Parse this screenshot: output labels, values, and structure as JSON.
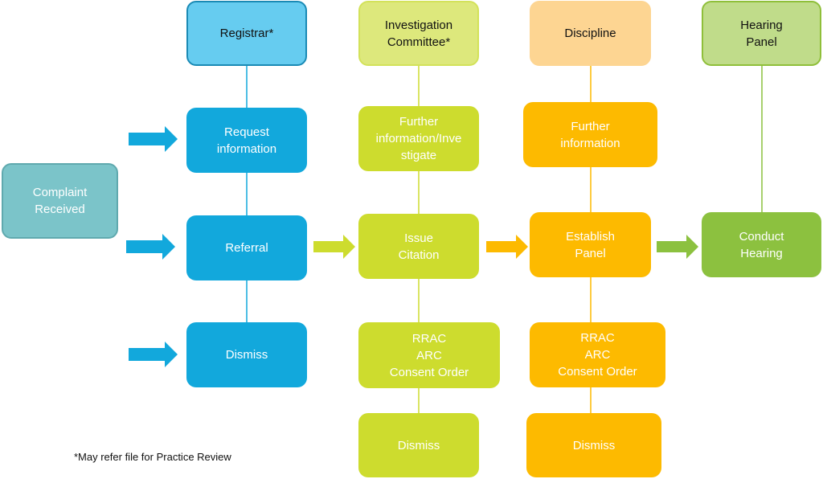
{
  "colors": {
    "blue": "#12a8dc",
    "blue_header": "#66ccf0",
    "lime": "#cddc2e",
    "lime_header": "#dde87c",
    "orange": "#fdba00",
    "orange_header": "#fdd592",
    "green": "#8cc13f",
    "green_header": "#c0dc8a",
    "teal": "#7bc4c9"
  },
  "start": "Complaint\nReceived",
  "columns": {
    "registrar": {
      "header": "Registrar*",
      "request": "Request\ninformation",
      "referral": "Referral",
      "dismiss": "Dismiss"
    },
    "investigation": {
      "header": "Investigation\nCommittee*",
      "further": "Further\ninformation/Inve\nstigate",
      "citation": "Issue\nCitation",
      "rrac": "RRAC\nARC\nConsent Order",
      "dismiss": "Dismiss"
    },
    "discipline": {
      "header": "Discipline",
      "further": "Further\ninformation",
      "panel": "Establish\nPanel",
      "rrac": "RRAC\nARC\nConsent Order",
      "dismiss": "Dismiss"
    },
    "hearing": {
      "header": "Hearing\nPanel",
      "conduct": "Conduct\nHearing"
    }
  },
  "footnote": "*May refer file for Practice Review"
}
